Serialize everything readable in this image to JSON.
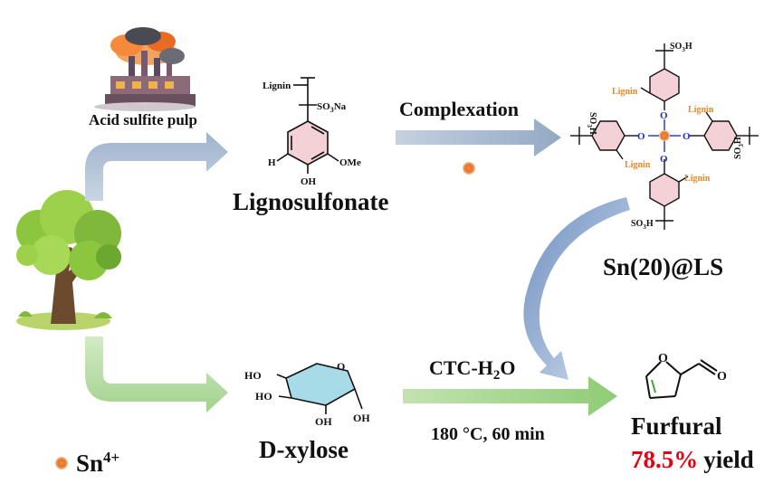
{
  "labels": {
    "acid_sulfite_pulp": "Acid sulfite pulp",
    "lignosulfonate": "Lignosulfonate",
    "complexation": "Complexation",
    "sn_ls": "Sn(20)@LS",
    "d_xylose": "D-xylose",
    "ctc_h2o_main": "CTC-H",
    "ctc_h2o_sub": "2",
    "ctc_h2o_end": "O",
    "conditions": "180 °C, 60 min",
    "furfural": "Furfural",
    "yield_value": "78.5%",
    "yield_word": "yield",
    "sn_legend_main": "Sn",
    "sn_legend_sup": "4+"
  },
  "lignosulfonate_structure": {
    "lignin": "Lignin",
    "so3na": "SO",
    "so3na_sub": "3",
    "so3na_end": "Na",
    "h": "H",
    "ome": "OMe",
    "oh": "OH"
  },
  "complex_structure": {
    "lignin": "Lignin",
    "so3h": "SO",
    "so3h_sub": "3",
    "so3h_end": "H",
    "o": "O"
  },
  "xylose_structure": {
    "ho1": "HO",
    "ho2": "HO",
    "oh1": "OH",
    "oh2": "OH",
    "o_ring": "O"
  },
  "furfural_structure": {
    "o_ring": "O",
    "o_carbonyl": "O"
  },
  "colors": {
    "blue_arrow": "#9fb3cc",
    "green_arrow": "#a3d18c",
    "sn_dot": "#e8732a",
    "lignin_label": "#e8892b",
    "oxygen_blue": "#1f2fd6",
    "yield_red": "#e60012",
    "xylose_ring": "#a8dbe8"
  }
}
